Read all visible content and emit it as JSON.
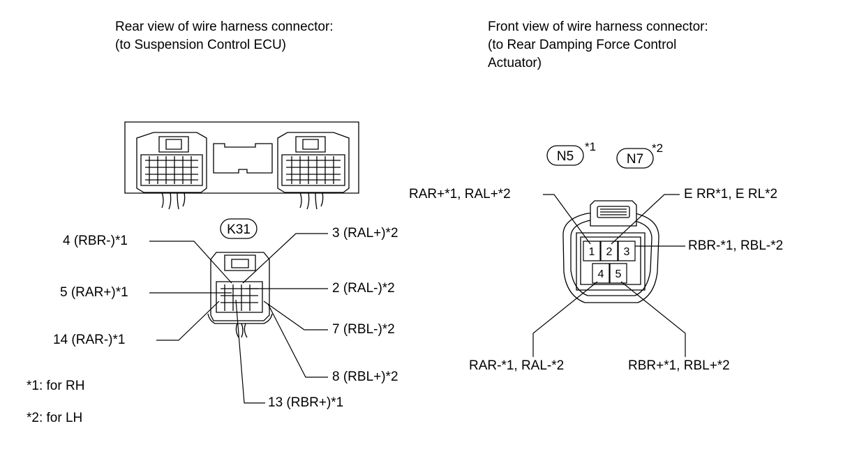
{
  "left_title": {
    "line1": "Rear view of wire harness connector:",
    "line2": "(to Suspension Control ECU)"
  },
  "right_title": {
    "line1": "Front view of wire harness connector:",
    "line2": "(to Rear Damping Force Control",
    "line3": "Actuator)"
  },
  "left_connector": {
    "code": "K31",
    "pins": {
      "p4": "4 (RBR-)*1",
      "p3": "3 (RAL+)*2",
      "p5": "5 (RAR+)*1",
      "p2": "2 (RAL-)*2",
      "p14": "14 (RAR-)*1",
      "p7": "7 (RBL-)*2",
      "p8": "8 (RBL+)*2",
      "p13": "13 (RBR+)*1"
    }
  },
  "right_connector": {
    "code_rh": "N5",
    "code_rh_sup": "*1",
    "code_lh": "N7",
    "code_lh_sup": "*2",
    "cells": [
      "1",
      "2",
      "3",
      "4",
      "5"
    ],
    "pins": {
      "p1": "RAR+*1, RAL+*2",
      "p2": "E RR*1, E RL*2",
      "p3": "RBR-*1, RBL-*2",
      "p4": "RAR-*1, RAL-*2",
      "p5": "RBR+*1, RBL+*2"
    }
  },
  "notes": {
    "note1": "*1: for RH",
    "note2": "*2: for LH"
  }
}
